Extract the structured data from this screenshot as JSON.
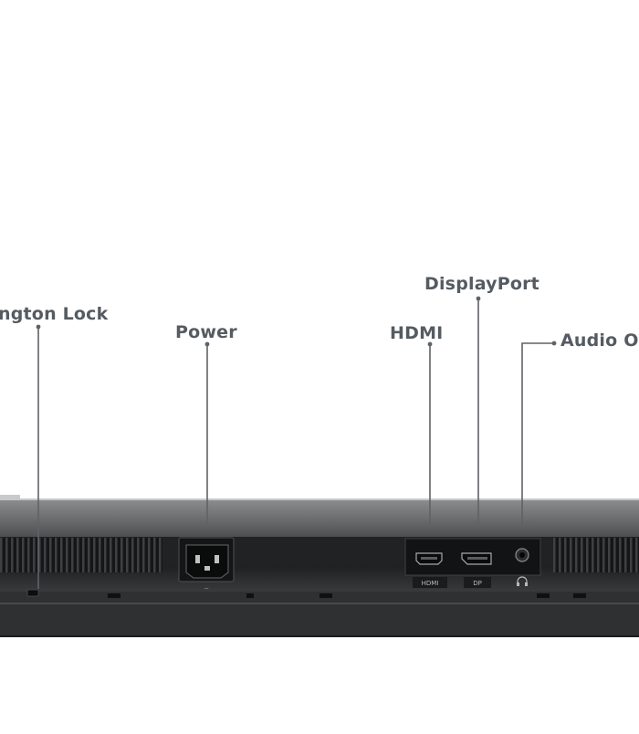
{
  "labels": {
    "kensington": "ngton Lock",
    "power": "Power",
    "hdmi": "HDMI",
    "displayport": "DisplayPort",
    "audio": "Audio Ou"
  },
  "port_markings": {
    "hdmi": "HDMI",
    "dp": "DP",
    "audio": "headphone-icon"
  },
  "colors": {
    "label_text": "#555b61",
    "leader_line": "#5e6368",
    "housing_top": "#6d6f70",
    "housing_body": "#2e3031",
    "bezel": "#3a3c3d"
  }
}
